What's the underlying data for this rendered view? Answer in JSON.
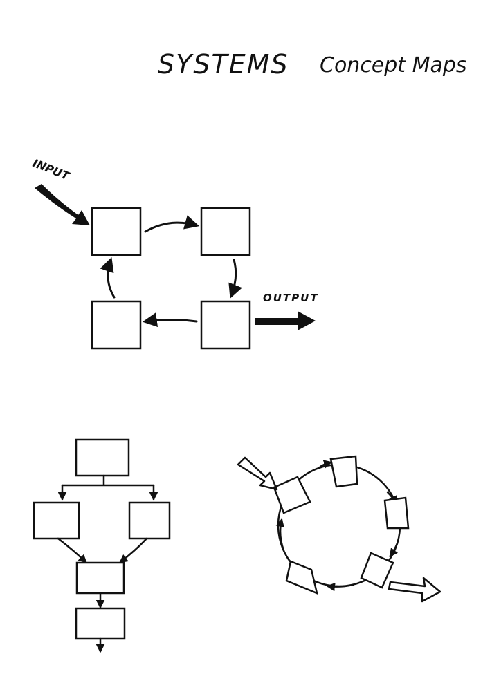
{
  "title": {
    "main": "SYSTEMS",
    "sub": "Concept Maps"
  },
  "diagram_1": {
    "input_label": "INPUT",
    "output_label": "OUTPUT"
  },
  "colors": {
    "ink": "#111111",
    "paper": "#ffffff"
  }
}
